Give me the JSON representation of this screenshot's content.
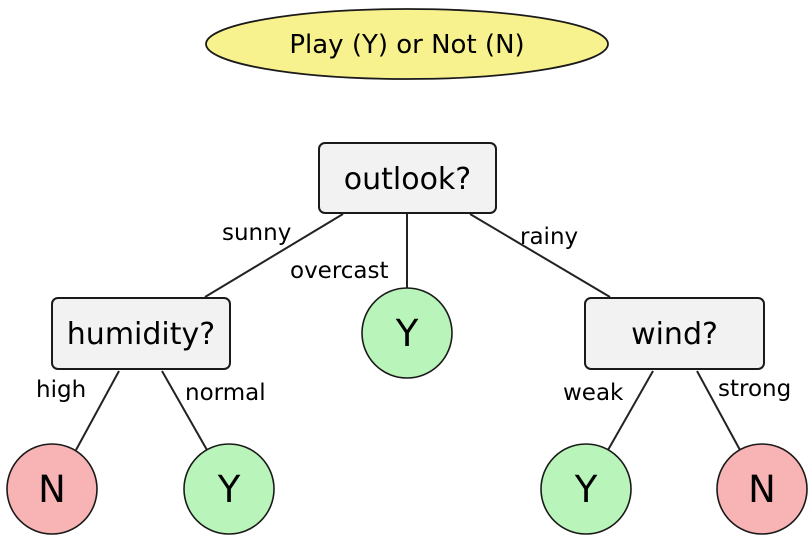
{
  "title": "Play (Y) or Not (N)",
  "colors": {
    "title_fill": "#f7f18e",
    "decision_fill": "#f2f2f2",
    "yes_fill": "#b9f5ba",
    "no_fill": "#f8b4b4"
  },
  "nodes": {
    "root": {
      "label": "outlook?"
    },
    "humidity": {
      "label": "humidity?"
    },
    "wind": {
      "label": "wind?"
    }
  },
  "leaves": {
    "humidity_high": {
      "label": "N",
      "class": "no"
    },
    "humidity_normal": {
      "label": "Y",
      "class": "yes"
    },
    "outlook_overcast": {
      "label": "Y",
      "class": "yes"
    },
    "wind_weak": {
      "label": "Y",
      "class": "yes"
    },
    "wind_strong": {
      "label": "N",
      "class": "no"
    }
  },
  "edges": {
    "sunny": "sunny",
    "overcast": "overcast",
    "rainy": "rainy",
    "high": "high",
    "normal": "normal",
    "weak": "weak",
    "strong": "strong"
  }
}
